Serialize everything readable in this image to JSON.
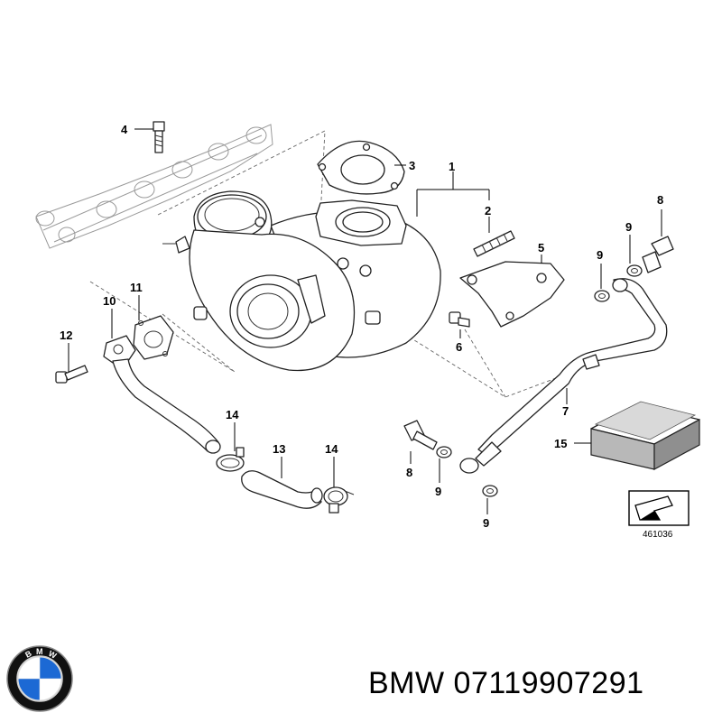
{
  "diagram": {
    "callouts": {
      "c1": "1",
      "c2": "2",
      "c3": "3",
      "c4": "4",
      "c5": "5",
      "c6": "6",
      "c7": "7",
      "c8a": "8",
      "c8b": "8",
      "c9a": "9",
      "c9b": "9",
      "c9c": "9",
      "c9d": "9",
      "c10": "10",
      "c11": "11",
      "c12": "12",
      "c13": "13",
      "c14a": "14",
      "c14b": "14",
      "c15": "15"
    },
    "reference_code": "461036"
  },
  "brand": {
    "logo_text": "BMW",
    "logo_colors": {
      "ring": "#111111",
      "blue": "#1c69d4",
      "white": "#ffffff"
    }
  },
  "part_label": "BMW 07119907291"
}
